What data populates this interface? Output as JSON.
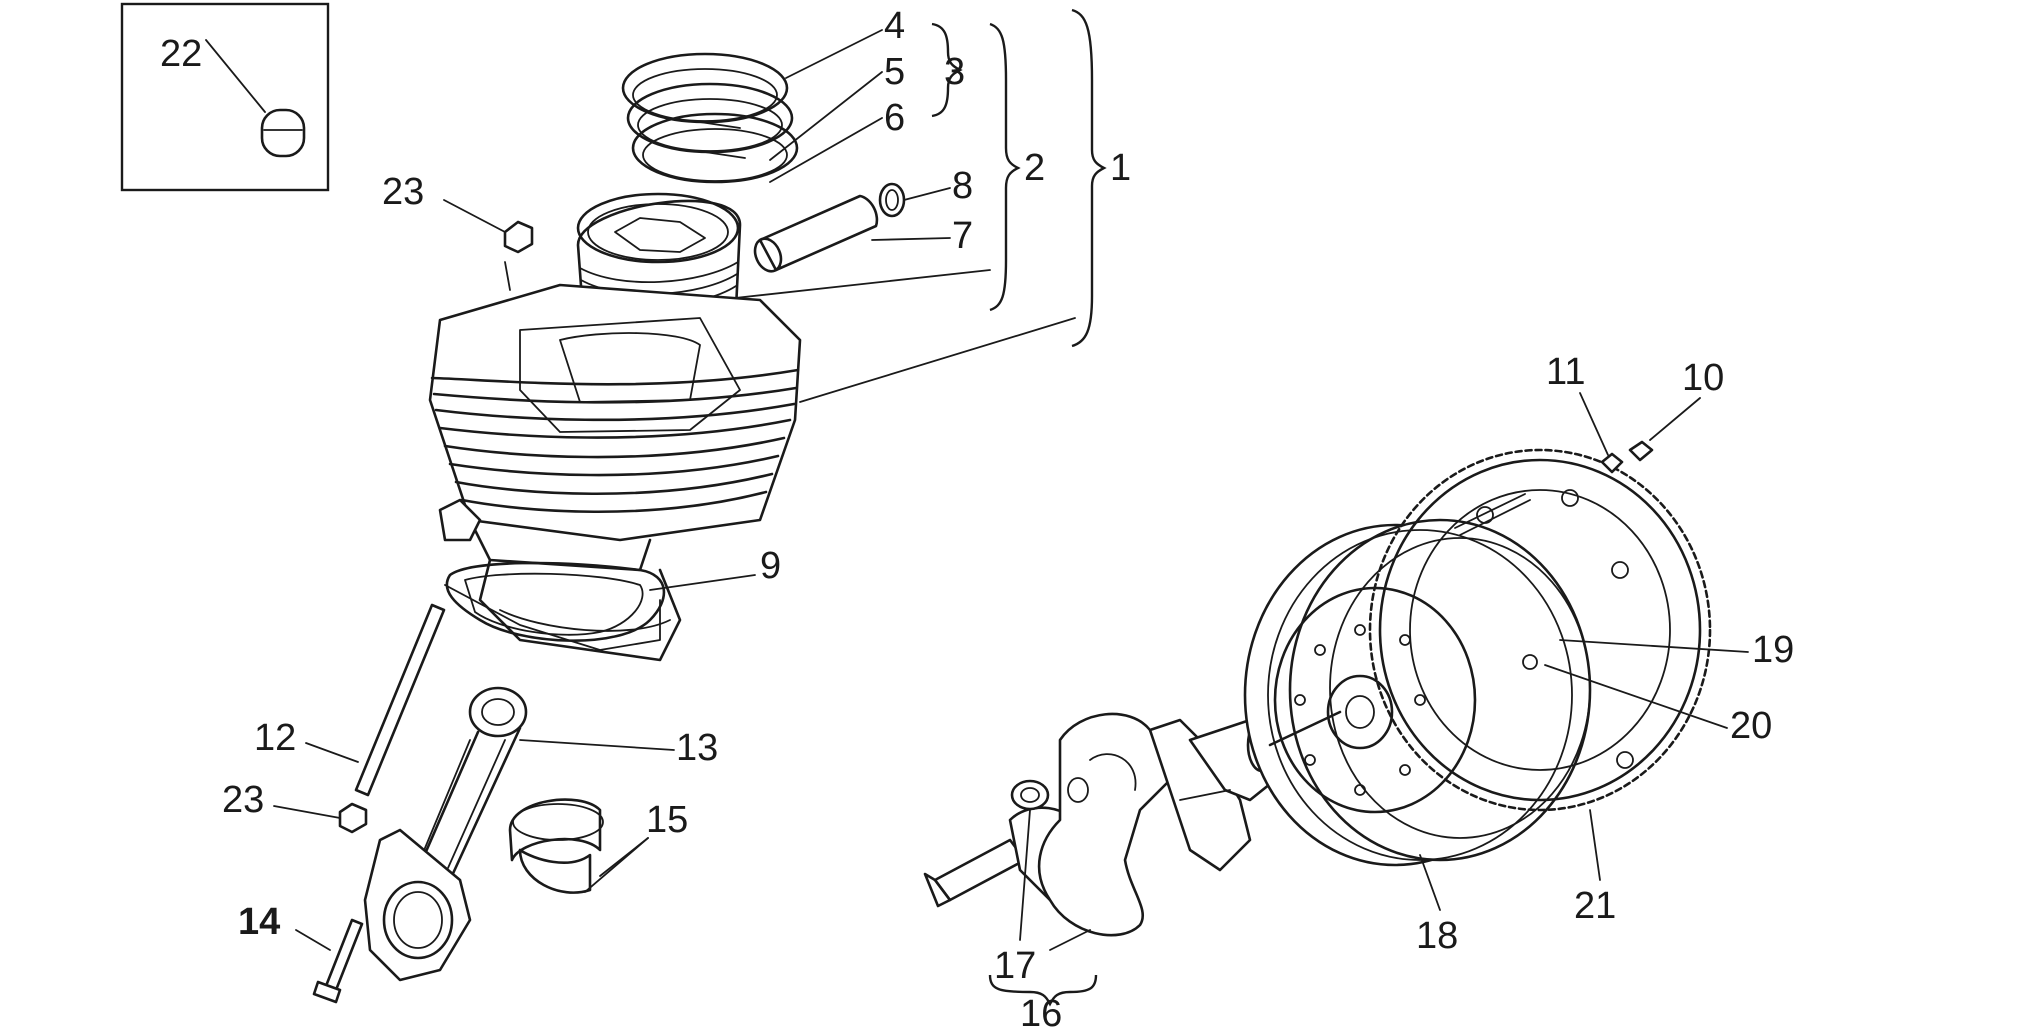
{
  "labels": {
    "p1": "1",
    "p2": "2",
    "p3": "3",
    "p4": "4",
    "p5": "5",
    "p6": "6",
    "p7": "7",
    "p8": "8",
    "p9": "9",
    "p10": "10",
    "p11": "11",
    "p12": "12",
    "p13": "13",
    "p14": "14",
    "p15": "15",
    "p16": "16",
    "p17": "17",
    "p18": "18",
    "p19": "19",
    "p20": "20",
    "p21": "21",
    "p22": "22",
    "p23a": "23",
    "p23b": "23"
  }
}
